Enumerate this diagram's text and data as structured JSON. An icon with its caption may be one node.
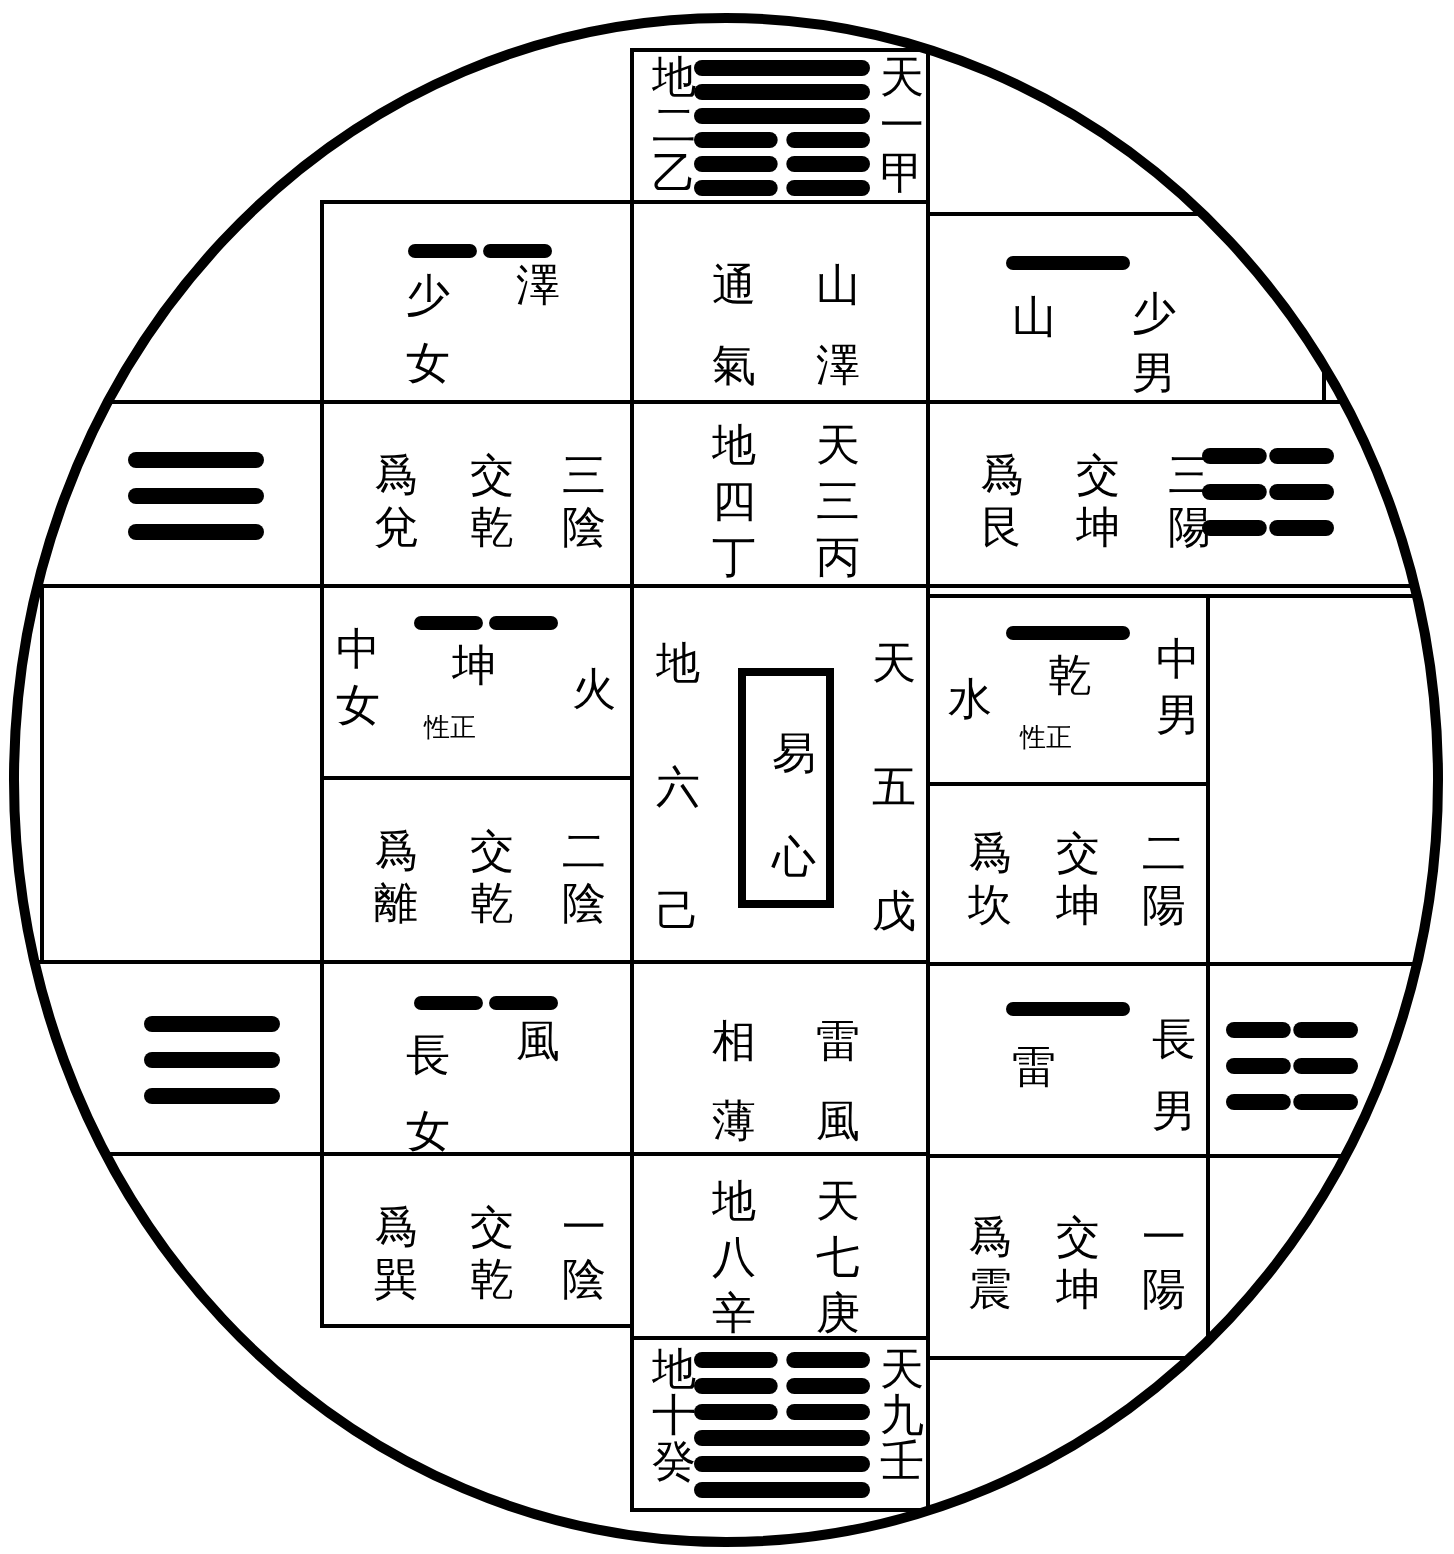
{
  "diagram": {
    "nodes": [
      {
        "text": [
          "地二乙",
          "天一甲"
        ]
      },
      {
        "text": [
          "少女",
          "澤"
        ]
      },
      {
        "text": [
          "通氣",
          "山澤"
        ]
      },
      {
        "text": [
          "山",
          "少男"
        ]
      },
      {
        "text": [],
        "shape": "box"
      },
      {
        "text": [
          "爲兌",
          "交乾",
          "三陰"
        ]
      },
      {
        "text": [
          "地四丁",
          "天三丙"
        ]
      },
      {
        "text": [
          "爲艮",
          "交坤",
          "三陽"
        ]
      },
      {
        "text": [],
        "shape": "box"
      },
      {
        "text": [
          "中女",
          "性正",
          "坤",
          "火"
        ]
      },
      {
        "text": [
          "地六己",
          "天五戊"
        ]
      },
      {
        "text": [
          "易心"
        ],
        "in": 10
      },
      {
        "text": [
          "水",
          "性正",
          "乾",
          "中男"
        ]
      },
      {
        "text": [],
        "shape": "box"
      },
      {
        "text": [
          "爲離",
          "交乾",
          "二陰"
        ]
      },
      {
        "text": [
          "爲坎",
          "交坤",
          "二陽"
        ]
      },
      {
        "text": [],
        "shape": "box"
      },
      {
        "text": [
          "長女",
          "風"
        ]
      },
      {
        "text": [
          "相薄",
          "雷風"
        ]
      },
      {
        "text": [
          "雷",
          "長男"
        ]
      },
      {
        "text": [],
        "shape": "box"
      },
      {
        "text": [
          "爲巽",
          "交乾",
          "一陰"
        ]
      },
      {
        "text": [
          "地八辛",
          "天七庚"
        ]
      },
      {
        "text": [
          "爲震",
          "交坤",
          "一陽"
        ]
      },
      {
        "text": [
          "地十癸",
          "天九壬"
        ]
      }
    ]
  }
}
